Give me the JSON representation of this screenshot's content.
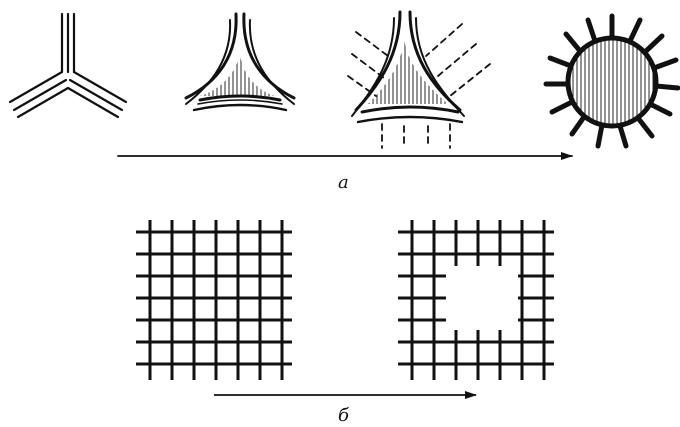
{
  "figure": {
    "ink_color": "#111111",
    "background": "#ffffff",
    "panel_a": {
      "label": "а",
      "stages": [
        "three-grain-junction",
        "small-triangular-pore",
        "pore-with-dashed-diffusion-paths",
        "spherical-pore-with-spikes"
      ]
    },
    "panel_b": {
      "label": "б",
      "stages": [
        "full-lattice-grid",
        "lattice-grid-with-vacancy-cluster"
      ]
    }
  }
}
